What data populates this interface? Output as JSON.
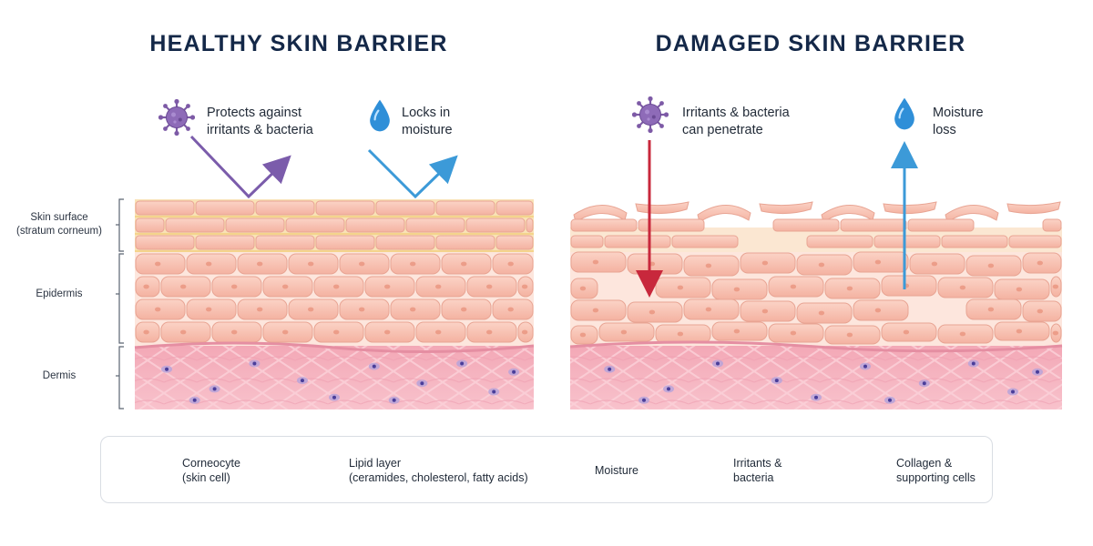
{
  "titles": {
    "healthy": "HEALTHY SKIN BARRIER",
    "damaged": "DAMAGED SKIN BARRIER"
  },
  "healthy": {
    "protects_line1": "Protects against",
    "protects_line2": "irritants & bacteria",
    "locks_line1": "Locks in",
    "locks_line2": "moisture"
  },
  "damaged": {
    "irritants_line1": "Irritants & bacteria",
    "irritants_line2": "can penetrate",
    "moisture_line1": "Moisture",
    "moisture_line2": "loss"
  },
  "layers": {
    "surface_line1": "Skin surface",
    "surface_line2": "(stratum corneum)",
    "epidermis": "Epidermis",
    "dermis": "Dermis"
  },
  "legend": {
    "corneocyte_line1": "Corneocyte",
    "corneocyte_line2": "(skin cell)",
    "lipid_line1": "Lipid layer",
    "lipid_line2": "(ceramides, cholesterol, fatty acids)",
    "moisture": "Moisture",
    "irritants_line1": "Irritants &",
    "irritants_line2": "bacteria",
    "collagen_line1": "Collagen &",
    "collagen_line2": "supporting cells"
  },
  "colors": {
    "cell_fill": "#f8c4b4",
    "cell_stroke": "#e8a493",
    "lipid": "#f6dfa6",
    "dermis": "#f6b3c0",
    "virus": "#7d5aa6",
    "droplet": "#2f8fd8",
    "arrow_purple": "#7b5cab",
    "arrow_blue": "#3c9ad8",
    "arrow_red": "#c8283c",
    "title": "#142848"
  },
  "icons": [
    "virus-icon",
    "droplet-icon",
    "arrow-icon",
    "bracket-icon"
  ]
}
